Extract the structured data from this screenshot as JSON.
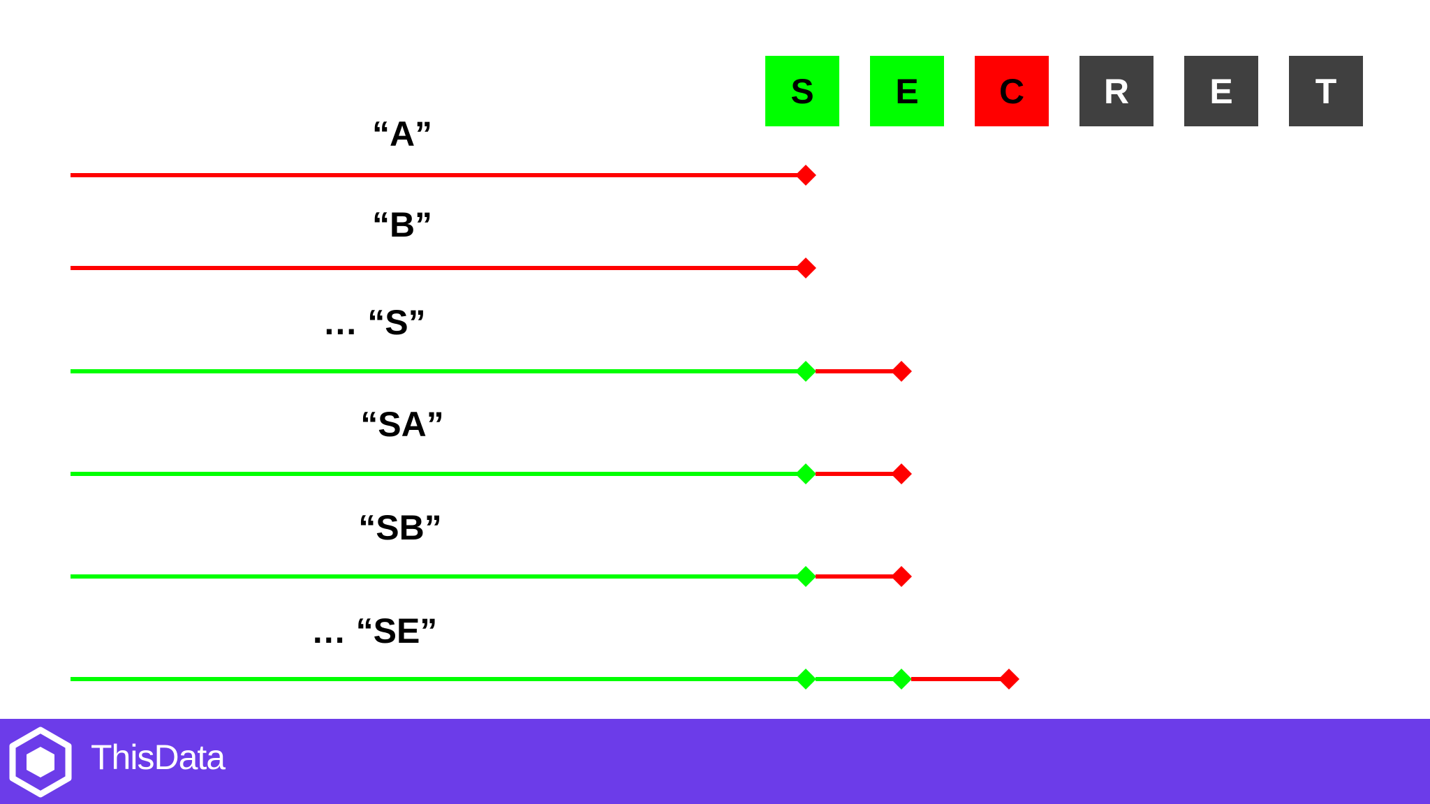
{
  "secret_boxes": [
    {
      "letter": "S",
      "status": "matched",
      "color": "#00ff00"
    },
    {
      "letter": "E",
      "status": "matched",
      "color": "#00ff00"
    },
    {
      "letter": "C",
      "status": "current",
      "color": "#ff0000"
    },
    {
      "letter": "R",
      "status": "unknown",
      "color": "#404040"
    },
    {
      "letter": "E",
      "status": "unknown",
      "color": "#404040"
    },
    {
      "letter": "T",
      "status": "unknown",
      "color": "#404040"
    }
  ],
  "rows": [
    {
      "label": "“A”",
      "segments": [
        "fail"
      ]
    },
    {
      "label": "“B”",
      "segments": [
        "fail"
      ]
    },
    {
      "label": "… “S”",
      "segments": [
        "match",
        "fail"
      ]
    },
    {
      "label": "“SA”",
      "segments": [
        "match",
        "fail"
      ]
    },
    {
      "label": "“SB”",
      "segments": [
        "match",
        "fail"
      ]
    },
    {
      "label": "… “SE”",
      "segments": [
        "match",
        "match",
        "fail"
      ]
    }
  ],
  "colors": {
    "match": "#00ff00",
    "fail": "#ff0000",
    "unknown_box": "#404040",
    "footer_bg": "#6c3ce9"
  },
  "footer": {
    "brand": "ThisData",
    "logo_icon": "hexagon-logo-icon"
  }
}
